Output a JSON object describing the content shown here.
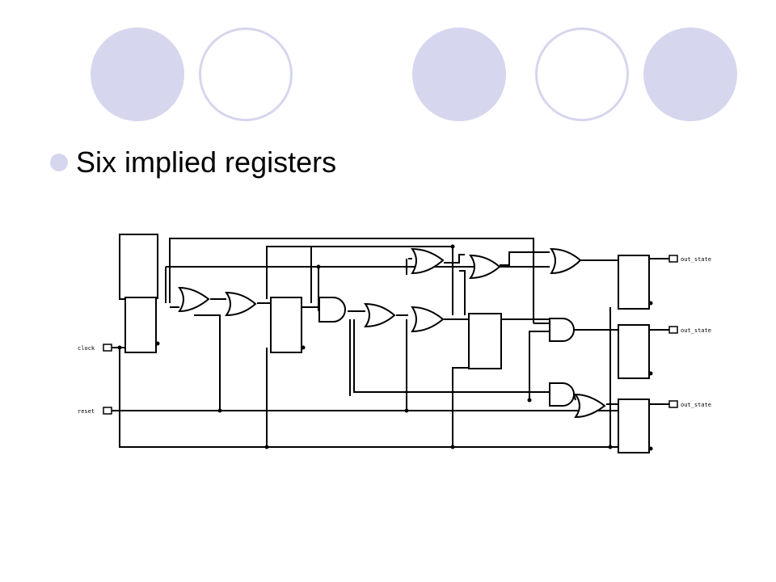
{
  "theme": {
    "accent": "#d6d6ee",
    "line": "#000000"
  },
  "bullet": {
    "text": "Six implied registers",
    "icon": "bullet-dot"
  },
  "decorations": [
    {
      "name": "circle-filled-1",
      "style": "filled"
    },
    {
      "name": "circle-ring-1",
      "style": "ring"
    },
    {
      "name": "circle-filled-2",
      "style": "filled"
    },
    {
      "name": "circle-ring-2",
      "style": "ring"
    },
    {
      "name": "circle-filled-3",
      "style": "filled"
    }
  ],
  "schematic": {
    "inputs": [
      {
        "name": "input-port-clock",
        "label": "clock"
      },
      {
        "name": "input-port-reset",
        "label": "reset"
      }
    ],
    "outputs": [
      {
        "name": "output-port-1",
        "label": "out_state"
      },
      {
        "name": "output-port-2",
        "label": "out_state"
      },
      {
        "name": "output-port-3",
        "label": "out_state"
      }
    ],
    "registers_count": 6
  }
}
